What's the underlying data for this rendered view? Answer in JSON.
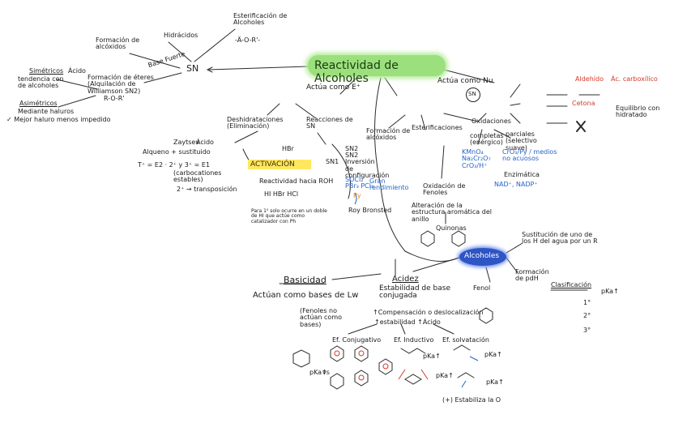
{
  "title": "Reactividad de Alcoholes",
  "centralNode": "Alcoholes",
  "colors": {
    "green": "#9be07c",
    "yellow": "#ffe760",
    "blue": "#2e55c4",
    "red": "#d23a2a"
  },
  "left": {
    "sn": "SN",
    "esterificacion": "Esterificación de Alcoholes",
    "esterFormula": "-Ä-O-R'-",
    "hidracidos": "Hidrácidos",
    "formacionAlcoxidos": "Formación de alcóxidos",
    "baseFuerte": "Base Fuerte",
    "formacionEteres": "Formación de éteres (Alquilación de Williamson SN2)",
    "eterFormula": "R-O-R'",
    "simetricos": "Simétricos",
    "acido": "Ácido",
    "simetricosDesc": "tendencia con de alcoholes",
    "asimetricos": "Asimétricos",
    "asimDesc1": "Mediante haluros",
    "asimDesc2": "✓ Mejor haluro menos impedido"
  },
  "middle": {
    "actuaE": "Actúa como E⁺",
    "deshidrataciones": "Deshidrataciones (Eliminación)",
    "reaccionesSN": "Reacciones de SN",
    "zaytsev": "Zaytsev",
    "alquenoSustituido": "Alqueno + sustituido",
    "acido": "Ácido",
    "reglaE": "T⁺ = E2 · 2⁺ y 3⁺ = E1",
    "carbocationes": "(carbocationes estables)",
    "transposicion": "2⁺ → transposición",
    "activacion": "ACTIVACIÓN",
    "reactividad": "Reactividad hacia ROH",
    "acidos": "HI  HBr  HCl",
    "nota": "Para 1⁰ solo ocurre en un doble de HI que actúe como catalizador con Ph",
    "sn2": "SN2 Inversión de configuración",
    "reactivos": "SOCl₂ PBr₃ PCl₃",
    "gran": "Gran rendimiento",
    "hbr": "HBr",
    "sn1": "SN1",
    "sn2b": "SN2",
    "reaccionRoh": "Roy Bronsted",
    "pyr": "Py"
  },
  "right": {
    "actuaNu": "Actúa como Nu",
    "snBadge": "SN",
    "formacionAlcoxidos": "Formación de alcóxidos",
    "esterificaciones": "Esterificaciones",
    "oxidaciones": "Oxidaciones",
    "completas": "completas (enérgico)",
    "oxidantes": "KMnO₄ Na₂Cr₂O₇ CrO₃/H⁺",
    "parciales": "parciales (selectivo suave)",
    "parcialesReact": "CrO₃/Py / medios no acuosos",
    "enzimatica": "Enzimática",
    "nad": "NAD⁺, NADP⁺",
    "aldehido": "Aldehído",
    "acidoCarboxilico": "Ác. carboxílico",
    "cetona": "Cetona",
    "equilibrio": "Equilibrio con hidratado",
    "oxidacionFenoles": "Oxidación de Fenoles",
    "alteracion": "Alteración de la estructura aromática del anillo",
    "quinonas": "Quinonas",
    "sustitucion": "Sustitución de uno de los H del agua por un R",
    "formacionPuenteH": "Formación de pdH",
    "clasificacion": "Clasificación",
    "clasificacionItems": [
      "1°",
      "2°",
      "3°"
    ],
    "fenol": "Fenol",
    "pka": "pKa↑"
  },
  "bottom": {
    "basicidad": "Basicidad",
    "actuanBases": "Actúan como bases de Lw",
    "fenolesNota": "(Fenoles no actúan como bases)",
    "acidez": "Acidez",
    "estabilidad": "Estabilidad de base conjugada",
    "compensacion": "↑Compensación o deslocalización",
    "estabilidadAcido": "↑estabilidad ↑Ácido",
    "efConjugativo": "Ef. Conjugativo",
    "efInductivo": "Ef. Inductivo",
    "efSolvatacion": "Ef. solvatación",
    "estabiliza": "(+) Estabiliza la O",
    "pka": "pKa↑",
    "vs": "vs"
  }
}
